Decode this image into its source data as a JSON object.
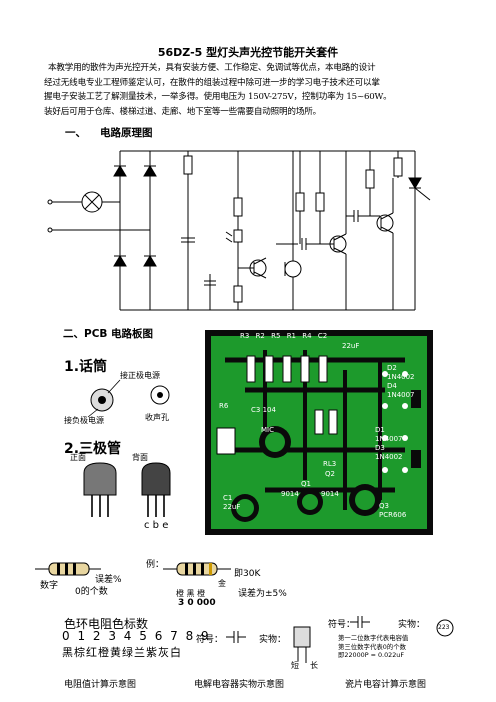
{
  "document": {
    "title": "56DZ-5 型灯头声光控节能开关套件",
    "intro_lines": [
      "本教学用的散件为声光控开关，具有安装方便、工作稳定、免调试等优点，本电路的设计",
      "经过无线电专业工程师鉴定认可，在散件的组装过程中除可进一步的学习电子技术还可以掌",
      "握电子安装工艺了解测量技术，一举多得。使用电压为 150V-275V，控制功率为 15~60W。",
      "装好后可用于仓库、楼梯过道、走廊、地下室等一些需要自动照明的场所。"
    ],
    "section1": {
      "num": "一、",
      "title": "电路原理图"
    },
    "section2": {
      "title": "二、PCB 电路板图"
    }
  },
  "pcb": {
    "labels": [
      "R3",
      "R2",
      "R5",
      "R1",
      "R4",
      "C2",
      "22uF",
      "D2",
      "1N4002",
      "D4",
      "1N4007",
      "D1",
      "1N4007",
      "D3",
      "1N4002",
      "R6",
      "C3",
      "104",
      "MIC",
      "Q1",
      "Q2",
      "C1",
      "22uF",
      "9014",
      "9014",
      "RL3",
      "Q3",
      "PCR606"
    ]
  },
  "legend": {
    "mic_title": "1.话筒",
    "mic_pos": "接正极电源",
    "mic_neg": "接负极电源",
    "mic_hole": "收声孔",
    "tr_title": "2.三极管",
    "tr_front": "正面",
    "tr_back": "背面",
    "tr_pins": "c b e",
    "res_example": "例：",
    "res_digits": "数字",
    "res_zeros": "0的个数",
    "res_err": "误差%",
    "res_value": "即30K",
    "res_colors": "橙 黑 橙",
    "res_gold": "金",
    "res_nums": "3  0  000",
    "res_err2": "误差为±5%",
    "color_title": "色环电阻色标数",
    "color_digits": "0 1 2 3 4 5 6 7 8 9",
    "color_names": "黑棕红橙黄绿兰紫灰白",
    "cap1_sym": "符号：",
    "cap1_real": "实物：",
    "cap1_short": "短",
    "cap1_long": "长",
    "cap2_sym": "符号：",
    "cap2_real": "实物：",
    "cap2_note1": "第一二位数字代表电容值",
    "cap2_note2": "第三位数字代表0的个数",
    "cap2_note3": "即22000P = 0.022uF",
    "cap2_code": "223",
    "cap_res": "电阻值计算示意图",
    "cap_elec": "电解电容器实物示意图",
    "cap_ceramic": "瓷片电容计算示意图"
  }
}
